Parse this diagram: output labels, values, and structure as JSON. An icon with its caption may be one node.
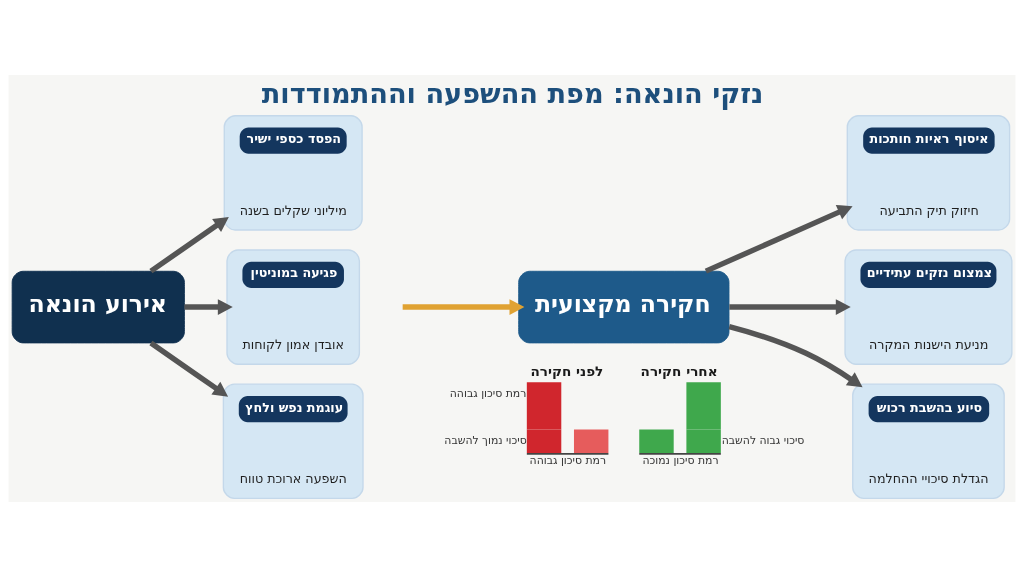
{
  "diagram": {
    "title": "נזקי הונאה: מפת ההשפעה וההתמודדות",
    "nodes": [
      {
        "text": [
          "אירוע הונאה"
        ]
      },
      {
        "text": [
          "הפסד כספי ישיר",
          "מיליוני שקלים בשנה"
        ]
      },
      {
        "text": [
          "פגיעה במוניטין",
          "אובדן אמון לקוחות"
        ]
      },
      {
        "text": [
          "עוגמת נפש ולחץ",
          "השפעה ארוכת טווח"
        ]
      },
      {
        "text": [
          "חקירה מקצועית"
        ]
      },
      {
        "text": [
          "איסוף ראיות חותכות",
          "חיזוק תיק התביעה"
        ]
      },
      {
        "text": [
          "צמצום נזקים עתידיים",
          "מניעת הישנות המקרה"
        ]
      },
      {
        "text": [
          "סיוע בהשבת רכוש",
          "הגדלת סיכויי ההחלמה"
        ]
      }
    ],
    "edges": [
      {
        "from": 0,
        "to": 1,
        "arrow": "to"
      },
      {
        "from": 0,
        "to": 2,
        "arrow": "to"
      },
      {
        "from": 0,
        "to": 3,
        "arrow": "to"
      },
      {
        "from": null,
        "to": 4,
        "arrow": "to",
        "color": "#e0a232"
      },
      {
        "from": 4,
        "to": 5,
        "arrow": "to"
      },
      {
        "from": 4,
        "to": 6,
        "arrow": "to"
      },
      {
        "from": 4,
        "to": 7,
        "arrow": "to"
      }
    ],
    "labels": [
      "לפני חקירה",
      "רמת סיכון גבוהה",
      "סיכוי נמוך להשבה",
      "רמת סיכון גבוהה",
      "אחרי חקירה",
      "סיכוי גבוה להשבה",
      "רמת סיכון נמוכה"
    ]
  }
}
